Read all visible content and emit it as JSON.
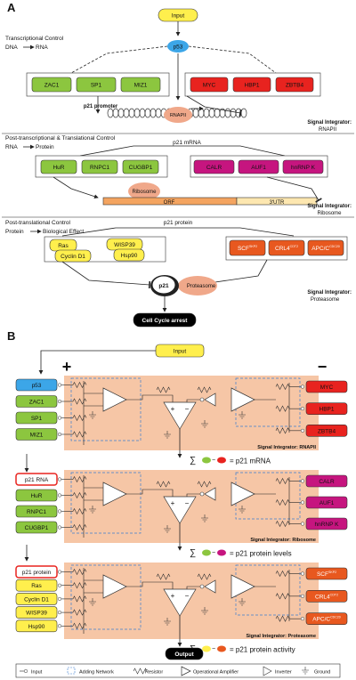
{
  "panelA": {
    "letter": "A",
    "input": "Input",
    "s1": {
      "title": "Transcriptional Control",
      "flow_from": "DNA",
      "flow_to": "RNA",
      "hub": "p53",
      "activators": [
        "ZAC1",
        "SP1",
        "MIZ1"
      ],
      "repressors": [
        "MYC",
        "HBP1",
        "ZBTB4"
      ],
      "promoter": "p21 promoter",
      "polymerase": "RNAPII",
      "integrator_label": "Signal Integrator:",
      "integrator": "RNAPII"
    },
    "s2": {
      "title": "Post-transcriptional & Translational Control",
      "flow_from": "RNA",
      "flow_to": "Protein",
      "molecule": "p21 mRNA",
      "activators": [
        "HuR",
        "RNPC1",
        "CUGBP1"
      ],
      "repressors": [
        "CALR",
        "AUF1",
        "hnRNP K"
      ],
      "ribosome": "Ribosome",
      "orf": "ORF",
      "utr": "3'UTR",
      "integrator_label": "Signal Integrator:",
      "integrator": "Ribosome"
    },
    "s3": {
      "title": "Post-translational Control",
      "flow_from": "Protein",
      "flow_to": "Biological Effect",
      "molecule": "p21 protein",
      "stabilizers": [
        "Ras",
        "Cyclin D1",
        "WISP39",
        "Hsp90"
      ],
      "degraders": [
        {
          "base": "SCF",
          "sup": "SKP2"
        },
        {
          "base": "CRL4",
          "sup": "CDT2"
        },
        {
          "base": "APC/C",
          "sup": "CDC20"
        }
      ],
      "protein": "p21",
      "proteasome": "Proteasome",
      "integrator_label": "Signal Integrator:",
      "integrator": "Proteasome"
    },
    "output": "Cell Cycle arrest"
  },
  "panelB": {
    "letter": "B",
    "input": "Input",
    "plus": "+",
    "minus": "−",
    "c1": {
      "left": [
        "p53",
        "ZAC1",
        "SP1",
        "MIZ1"
      ],
      "right": [
        "MYC",
        "HBP1",
        "ZBTB4"
      ],
      "integrator": "Signal Integrator: RNAPII",
      "sum_result": "= p21 mRNA"
    },
    "c2": {
      "left": [
        "p21 RNA",
        "HuR",
        "RNPC1",
        "CUGBP1"
      ],
      "right": [
        "CALR",
        "AUF1",
        "hnRNP K"
      ],
      "integrator": "Signal Integrator: Ribosome",
      "sum_result": "= p21 protein levels"
    },
    "c3": {
      "left": [
        "p21 protein",
        "Ras",
        "Cyclin D1",
        "WISP39",
        "Hsp90"
      ],
      "right": [
        {
          "base": "SCF",
          "sup": "SKP2"
        },
        {
          "base": "CRL4",
          "sup": "CDT2"
        },
        {
          "base": "APC/C",
          "sup": "CDC20"
        }
      ],
      "integrator": "Signal Integrator: Proteasome",
      "sum_result": "= p21 protein activity"
    },
    "sigma": "∑",
    "output": "Output",
    "legend": [
      "Input",
      "Adding Network",
      "Resistor",
      "Operational Amplifier",
      "Inverter",
      "Ground"
    ]
  },
  "colors": {
    "green": "#8cc63f",
    "magenta": "#c6157f",
    "red": "#e8231f",
    "orange": "#e8581f",
    "yellow": "#ffef4d",
    "blue": "#3ca6e8",
    "salmon": "#f6c6a6",
    "peach": "#f0a88a"
  }
}
